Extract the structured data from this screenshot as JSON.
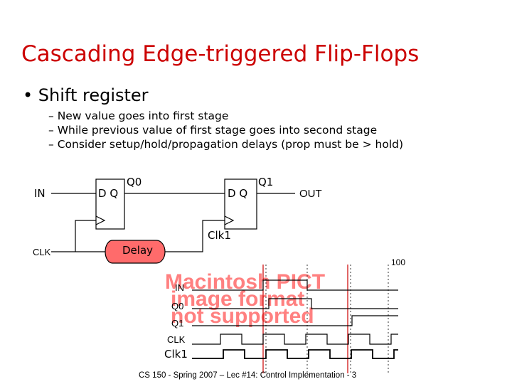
{
  "slide": {
    "title": "Cascading Edge-triggered Flip-Flops",
    "bullet_marker": "•",
    "bullet": "Shift register",
    "sub_marker": "–",
    "sub_items": [
      "New value goes into first stage",
      "While previous value of first stage goes into second stage",
      "Consider setup/hold/propagation delays (prop must be > hold)"
    ],
    "footer": "CS 150 - Spring 2007 – Lec #14: Control Implementation - 3"
  },
  "circuit": {
    "input_label": "IN",
    "clock_label": "CLK",
    "ff1_label": "D Q",
    "ff2_label": "D Q",
    "q0_label": "Q0",
    "q1_label": "Q1",
    "output_label": "OUT",
    "delay_label": "Delay",
    "clk1_label": "Clk1"
  },
  "timing": {
    "scale_label": "100",
    "signals": [
      "IN",
      "Q0",
      "Q1",
      "CLK",
      "Clk1"
    ],
    "placeholder_lines": [
      "Macintosh PICT",
      "image format",
      "not supported"
    ]
  },
  "colors": {
    "title": "#cc0000",
    "delay_fill": "#ff6b6b",
    "marker": "#cc0000",
    "placeholder": "#ff8080"
  }
}
